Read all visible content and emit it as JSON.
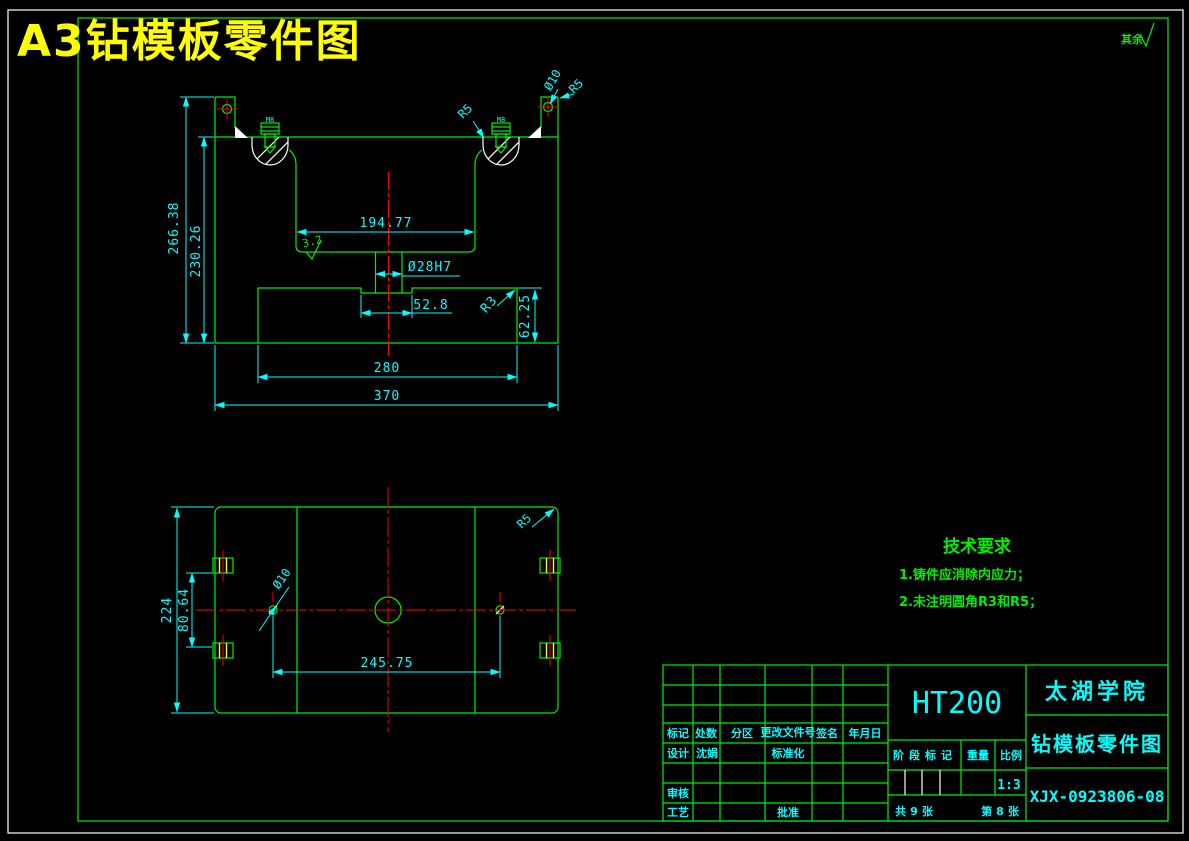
{
  "drawing": {
    "sheet_title": "A3钻模板零件图",
    "surface_note": "其余",
    "colors": {
      "outline": "#00f000",
      "dimension": "#00ffff",
      "centerline": "#ff0000",
      "sheet_title": "#ffff00",
      "thread": "#ffff00",
      "hatch": "#ffffff"
    }
  },
  "front_view": {
    "height_total": "266.38",
    "height_body": "230.26",
    "cavity_width": "194.77",
    "roughness": "3.2",
    "bore": "Ø28H7",
    "notch_width": "52.8",
    "base_height": "62.25",
    "base_width": "280",
    "total_width": "370",
    "fillet_r3": "R3",
    "fillet_r5_left": "R5",
    "fillet_r5_right": "R5",
    "hole_dia": "Ø10",
    "screw_label_left": "M8",
    "screw_label_right": "M8"
  },
  "plan_view": {
    "height": "224",
    "hole_spacing_v": "80.64",
    "hole_dia": "Ø10",
    "hole_spacing_h": "245.75",
    "corner_radius": "R5"
  },
  "tech_requirements": {
    "title": "技术要求",
    "item1": "1.铸件应消除内应力；",
    "item2": "2.未注明圆角R3和R5；"
  },
  "title_block": {
    "material": "HT200",
    "organization": "太湖学院",
    "drawing_title": "钻模板零件图",
    "drawing_number": "XJX-0923806-08",
    "col_mark": "标记",
    "col_count": "处数",
    "col_zone": "分区",
    "col_change_no": "更改文件号",
    "col_signature": "签名",
    "col_date": "年月日",
    "row_design": "设计",
    "designer_name": "沈娟",
    "row_standardization": "标准化",
    "row_review": "审核",
    "row_process": "工艺",
    "row_approve": "批准",
    "stage_mark": "阶段标记",
    "weight": "重量",
    "scale_label": "比例",
    "scale_value": "1:3",
    "sheet_total": "共9张",
    "sheet_number": "第8张"
  }
}
